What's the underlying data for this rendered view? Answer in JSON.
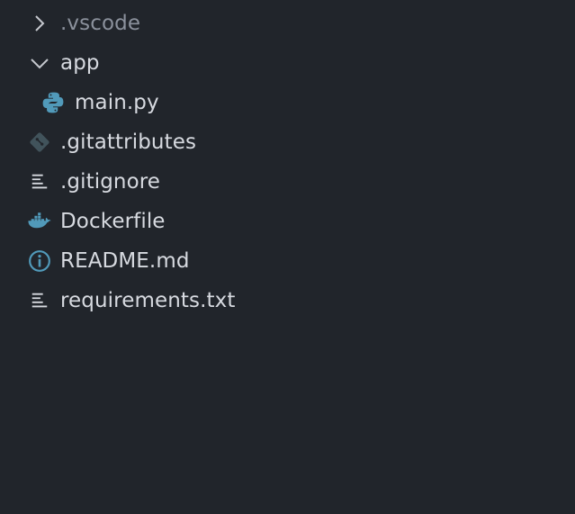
{
  "explorer": {
    "items": [
      {
        "label": ".vscode",
        "type": "folder",
        "expanded": false,
        "level": 0,
        "icon": "chevron-right-icon"
      },
      {
        "label": "app",
        "type": "folder",
        "expanded": true,
        "level": 0,
        "icon": "chevron-down-icon"
      },
      {
        "label": "main.py",
        "type": "file",
        "level": 1,
        "icon": "python-icon"
      },
      {
        "label": ".gitattributes",
        "type": "file",
        "level": 0,
        "icon": "git-icon"
      },
      {
        "label": ".gitignore",
        "type": "file",
        "level": 0,
        "icon": "text-lines-icon"
      },
      {
        "label": "Dockerfile",
        "type": "file",
        "level": 0,
        "icon": "docker-icon"
      },
      {
        "label": "README.md",
        "type": "file",
        "level": 0,
        "icon": "info-icon"
      },
      {
        "label": "requirements.txt",
        "type": "file",
        "level": 0,
        "icon": "text-lines-icon"
      }
    ]
  },
  "colors": {
    "background": "#21252b",
    "text": "#d7dae0",
    "text_dim": "#8b919c",
    "python": "#519aba",
    "docker": "#519aba",
    "info": "#519aba",
    "git": "#41535b"
  }
}
